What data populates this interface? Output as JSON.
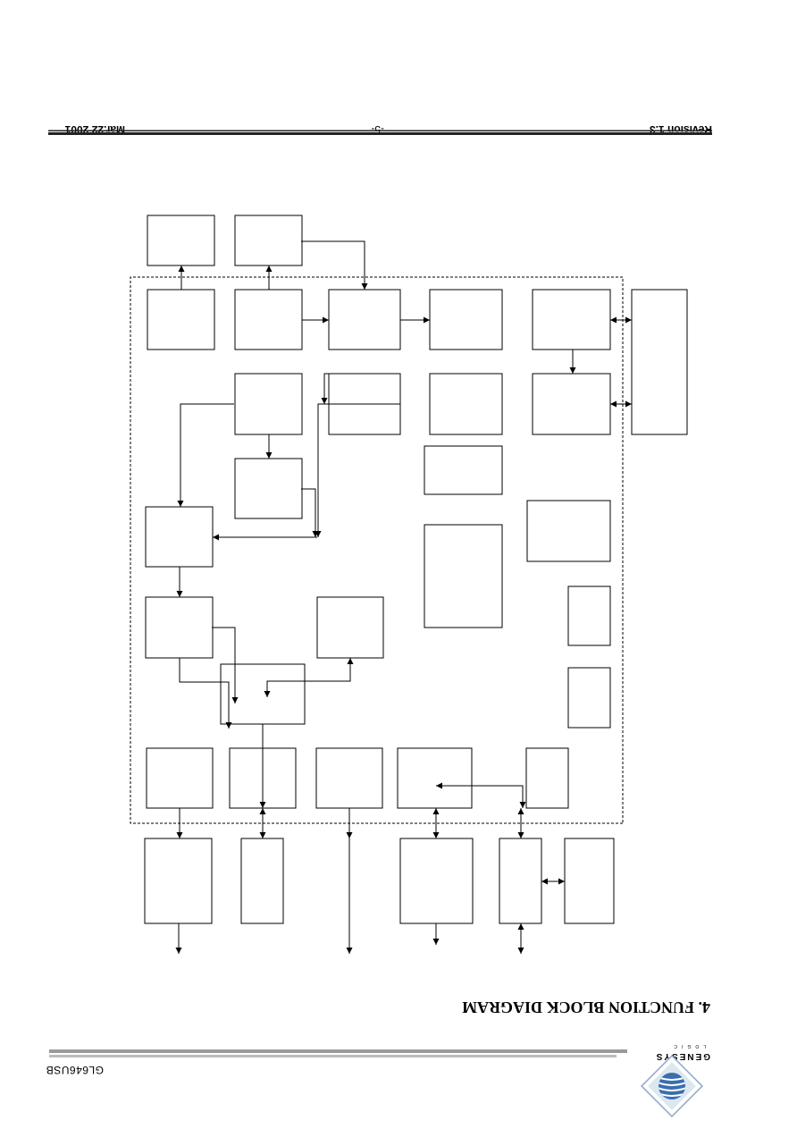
{
  "header": {
    "revision": "Revision 1.3",
    "page_number": "-5-",
    "date": "Mar.22 2001"
  },
  "section": {
    "title": "4.   FUNCTION BLOCK DIAGRAM"
  },
  "footer": {
    "product": "GL646USB",
    "brand": "GENESYS",
    "brand_sub": "LOGIC"
  },
  "colors": {
    "rule_dark": "#222222",
    "rule_gray": "#9a9a9a",
    "logo_blue": "#3a6fae"
  },
  "icons": [
    "genesys-logo-icon"
  ]
}
